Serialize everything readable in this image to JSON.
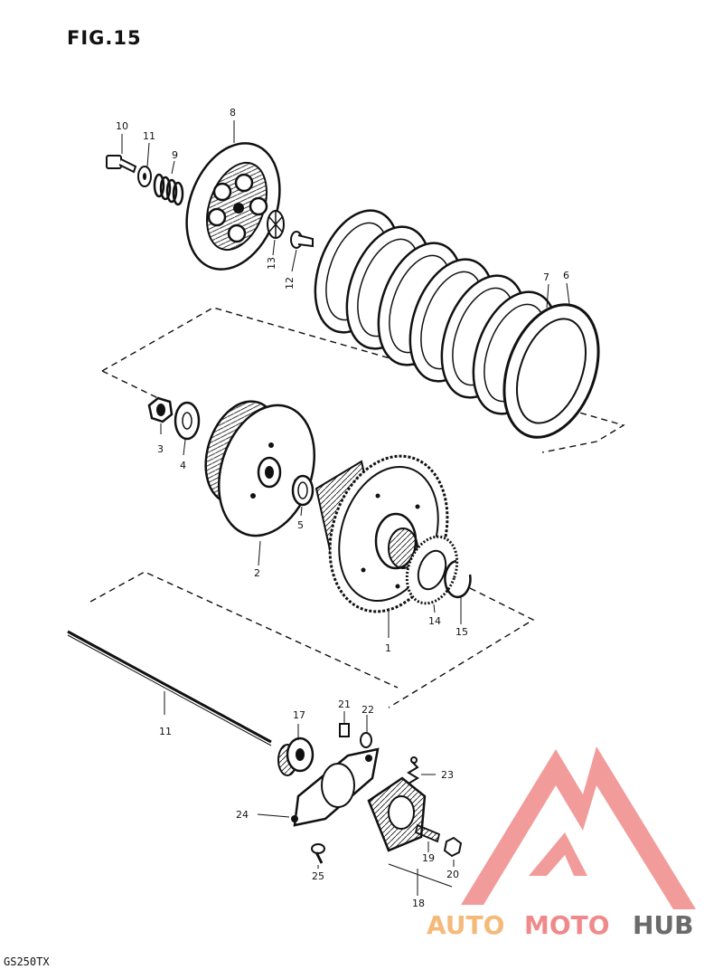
{
  "figure_title": "FIG.15",
  "model_code": "GS250TX",
  "callouts": [
    "10",
    "11",
    "9",
    "8",
    "13",
    "12",
    "7",
    "6",
    "3",
    "4",
    "5",
    "2",
    "14",
    "15",
    "1",
    "11",
    "17",
    "21",
    "22",
    "23",
    "24",
    "19",
    "20",
    "25",
    "18"
  ],
  "watermark": {
    "part1": "AUTO",
    "part2": "MOTO",
    "part3": "HUB"
  },
  "colors": {
    "ink": "#111111",
    "logo_red": "#f08a8a",
    "logo_orange": "#f5b97a",
    "logo_gray": "#6b6b6b"
  }
}
